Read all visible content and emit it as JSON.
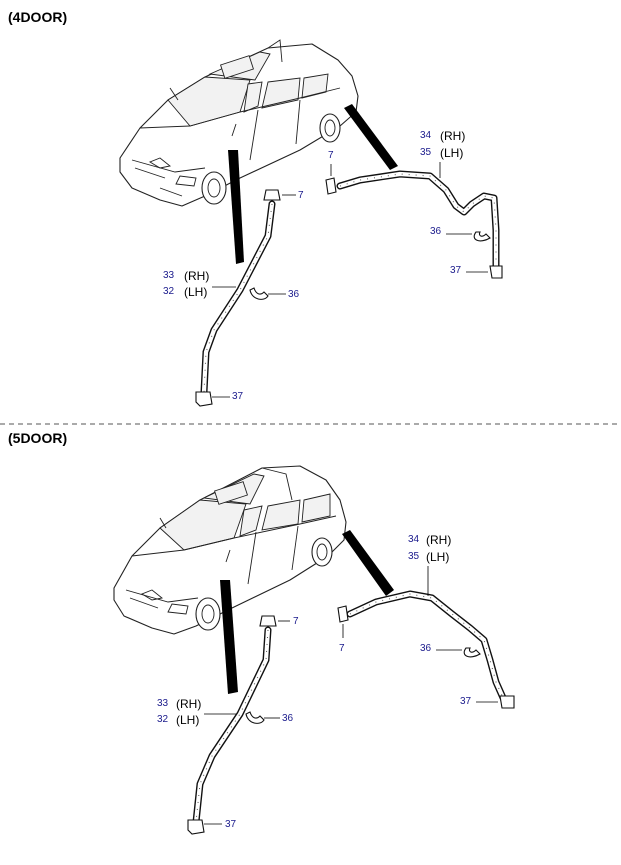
{
  "sections": [
    {
      "title": "(4DOOR)",
      "callouts": {
        "clip_left": "7",
        "clip_right": "7",
        "hose_left_rh_num": "33",
        "hose_left_rh_side": "(RH)",
        "hose_left_lh_num": "32",
        "hose_left_lh_side": "(LH)",
        "clamp_left": "36",
        "nozzle_left": "37",
        "hose_right_rh_num": "34",
        "hose_right_rh_side": "(RH)",
        "hose_right_lh_num": "35",
        "hose_right_lh_side": "(LH)",
        "clamp_right": "36",
        "nozzle_right": "37"
      }
    },
    {
      "title": "(5DOOR)",
      "callouts": {
        "clip_left": "7",
        "clip_right": "7",
        "hose_left_rh_num": "33",
        "hose_left_rh_side": "(RH)",
        "hose_left_lh_num": "32",
        "hose_left_lh_side": "(LH)",
        "clamp_left": "36",
        "nozzle_left": "37",
        "hose_right_rh_num": "34",
        "hose_right_rh_side": "(RH)",
        "hose_right_lh_num": "35",
        "hose_right_lh_side": "(LH)",
        "clamp_right": "36",
        "nozzle_right": "37"
      }
    }
  ],
  "colors": {
    "callout_number": "#1a1a8c",
    "line": "#111111"
  }
}
